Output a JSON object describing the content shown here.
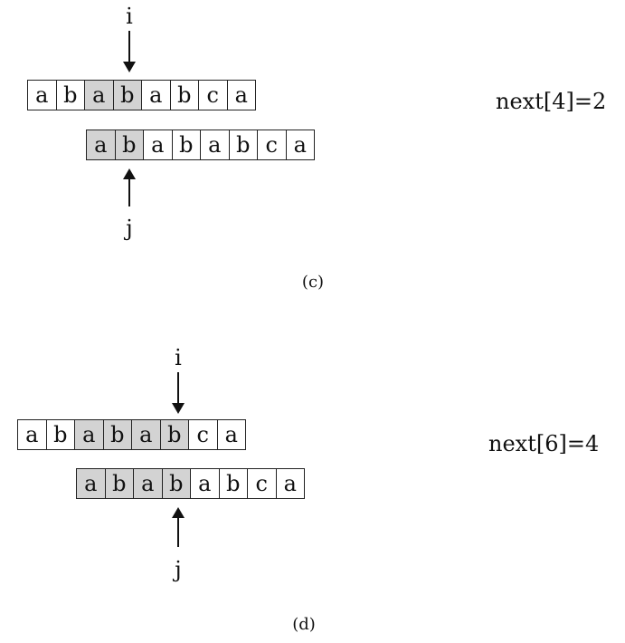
{
  "panels": [
    {
      "top_text": [
        "a",
        "b",
        "a",
        "b",
        "a",
        "b",
        "c",
        "a"
      ],
      "top_highlight": [
        false,
        false,
        true,
        true,
        false,
        false,
        false,
        false
      ],
      "bottom_text": [
        "a",
        "b",
        "a",
        "b",
        "a",
        "b",
        "c",
        "a"
      ],
      "bottom_highlight": [
        true,
        true,
        false,
        false,
        false,
        false,
        false,
        false
      ],
      "i_label": "i",
      "j_label": "j",
      "next_label": "next[4]=2",
      "caption": "(c)"
    },
    {
      "top_text": [
        "a",
        "b",
        "a",
        "b",
        "a",
        "b",
        "c",
        "a"
      ],
      "top_highlight": [
        false,
        false,
        true,
        true,
        true,
        true,
        false,
        false
      ],
      "bottom_text": [
        "a",
        "b",
        "a",
        "b",
        "a",
        "b",
        "c",
        "a"
      ],
      "bottom_highlight": [
        true,
        true,
        true,
        true,
        false,
        false,
        false,
        false
      ],
      "i_label": "i",
      "j_label": "j",
      "next_label": "next[6]=4",
      "caption": "(d)"
    }
  ]
}
